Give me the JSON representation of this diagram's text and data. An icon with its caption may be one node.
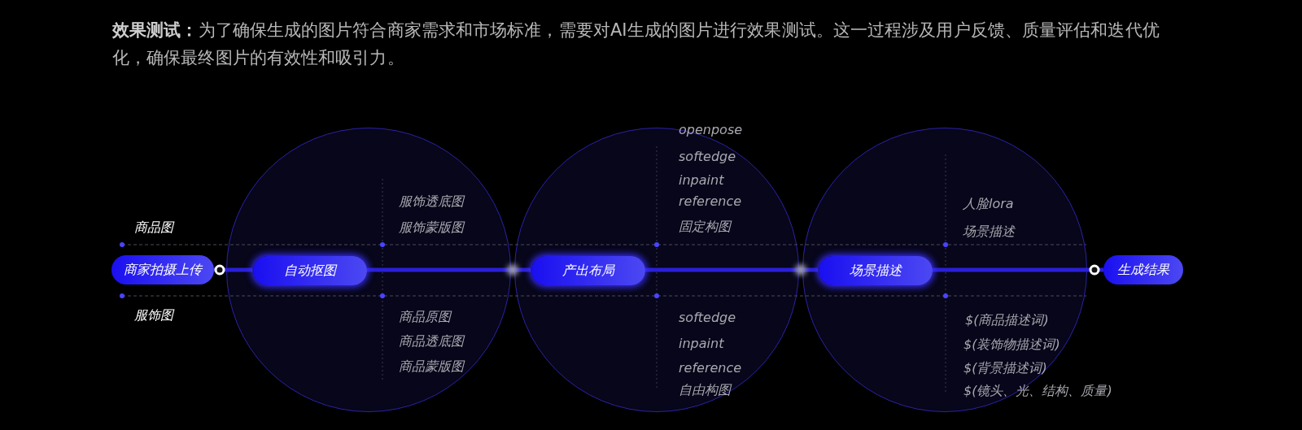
{
  "diagram": {
    "title": "**效果测试：**为了确保生成的图片符合商家需求和市场标准，需要对AI生成的图片进行效果测试。这一过程涉及用户反馈、质量评估和迭代优化，确保最终图片的有效性和吸引力。",
    "nodes": [
      {
        "text": [
          "商家拍摄上传"
        ]
      },
      {
        "text": [],
        "shape": "circle"
      },
      {
        "text": [
          "自动抠图"
        ],
        "in": 1
      },
      {
        "text": [],
        "shape": "circle"
      },
      {
        "text": [
          "产出布局"
        ],
        "in": 3
      },
      {
        "text": [],
        "shape": "circle"
      },
      {
        "text": [
          "场景描述"
        ],
        "in": 5
      },
      {
        "text": [
          "生成结果"
        ]
      }
    ],
    "edges": [
      {
        "from": 0,
        "to": 2,
        "arrow": "none"
      },
      {
        "from": 2,
        "to": 4,
        "arrow": "none"
      },
      {
        "from": 4,
        "to": 6,
        "arrow": "none"
      },
      {
        "from": 6,
        "to": 7,
        "arrow": "none"
      }
    ],
    "labels": [
      "商品图",
      "服饰图",
      "服饰透底图",
      "服饰蒙版图",
      "商品原图",
      "商品透底图",
      "商品蒙版图",
      "openpose",
      "softedge",
      "inpaint",
      "reference",
      "固定构图",
      "softedge",
      "inpaint",
      "reference",
      "自由构图",
      "人脸lora",
      "场景描述",
      "$(商品描述词)",
      "$(装饰物描述词)",
      "$(背景描述词)",
      "$(镜头、光、结构、质量)"
    ]
  }
}
